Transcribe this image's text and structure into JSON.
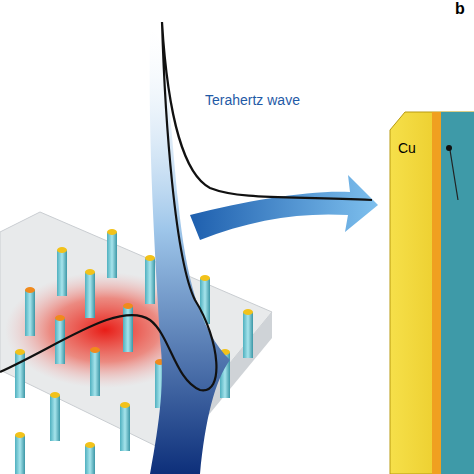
{
  "diagram": {
    "labels": [
      "Terahertz wave",
      "b",
      "Cu"
    ]
  }
}
